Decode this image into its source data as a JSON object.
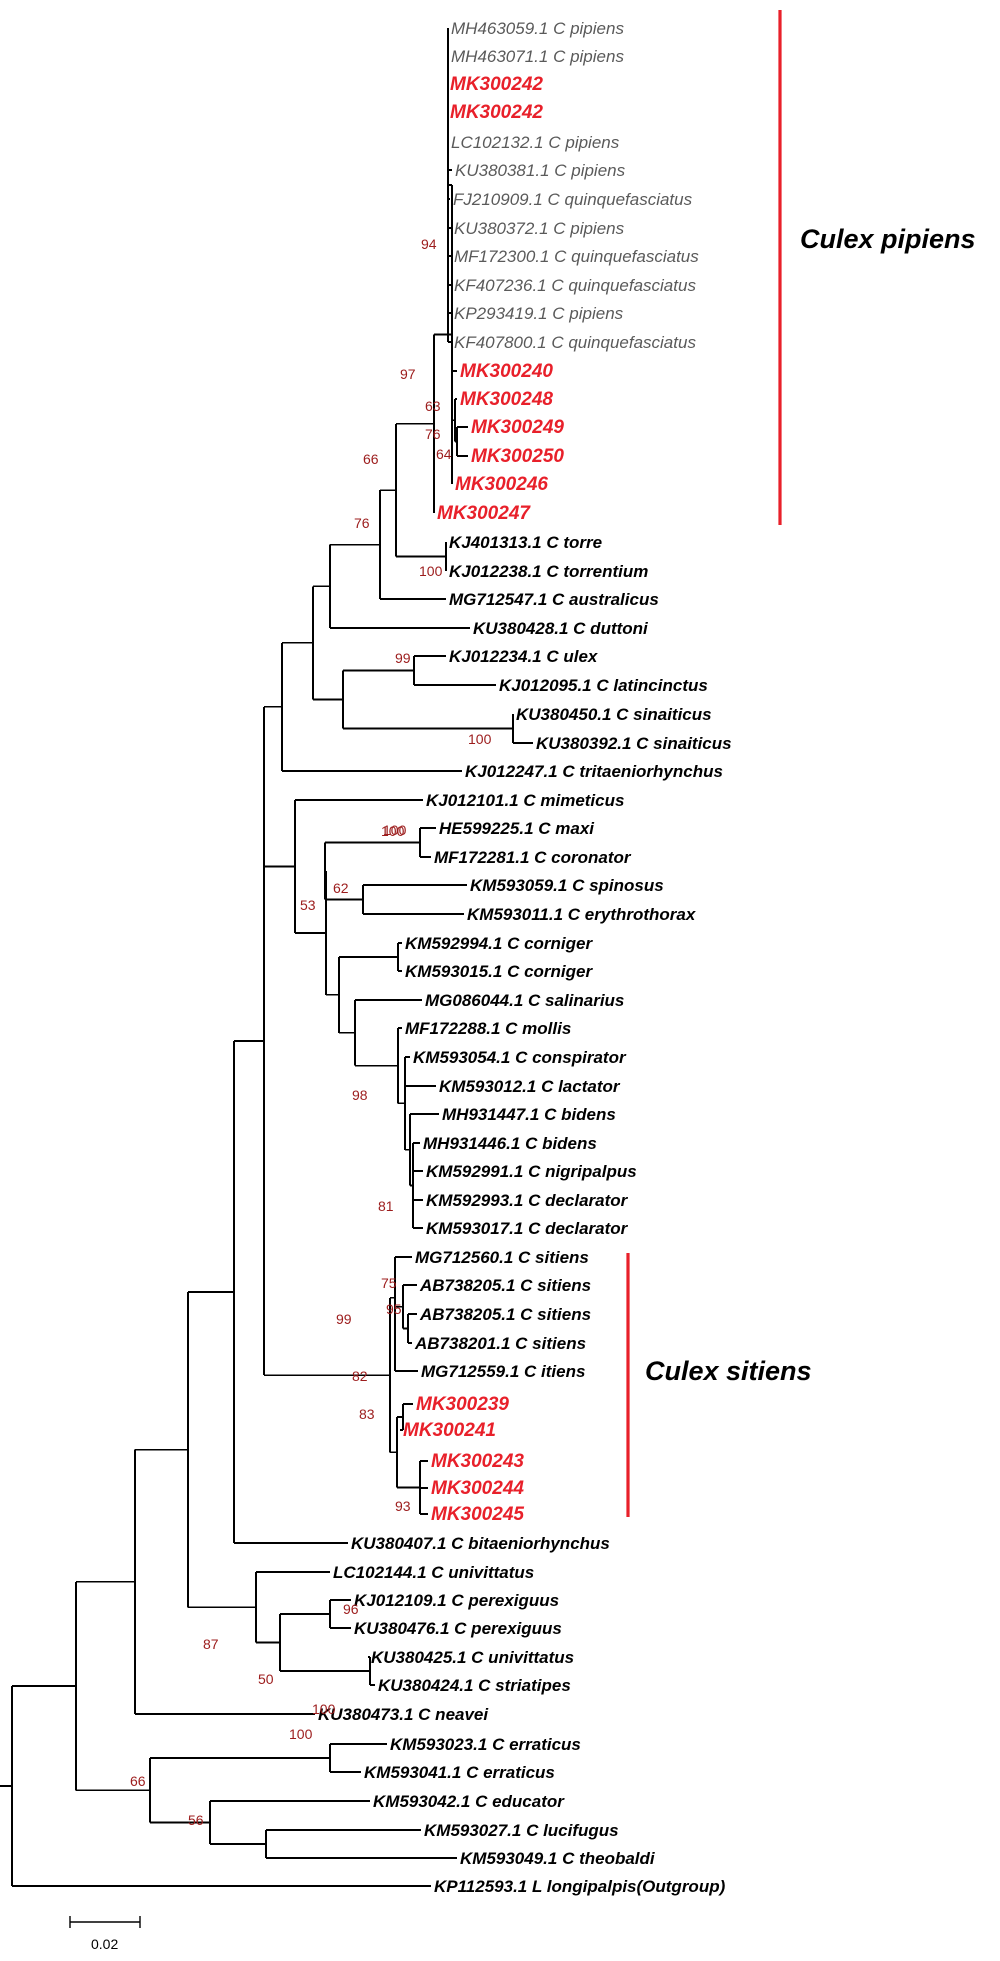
{
  "tree": {
    "leaves": [
      {
        "label": "MH463059.1 C pipiens",
        "style": "grey"
      },
      {
        "label": "MH463071.1 C pipiens",
        "style": "grey"
      },
      {
        "label": "MK300242",
        "style": "red"
      },
      {
        "label": "MK300242",
        "style": "red"
      },
      {
        "label": "LC102132.1 C pipiens",
        "style": "grey"
      },
      {
        "label": "KU380381.1 C pipiens",
        "style": "grey"
      },
      {
        "label": "FJ210909.1 C quinquefasciatus",
        "style": "grey"
      },
      {
        "label": "KU380372.1 C pipiens",
        "style": "grey"
      },
      {
        "label": "MF172300.1 C quinquefasciatus",
        "style": "grey"
      },
      {
        "label": "KF407236.1 C quinquefasciatus",
        "style": "grey"
      },
      {
        "label": "KP293419.1 C pipiens",
        "style": "grey"
      },
      {
        "label": "KF407800.1 C quinquefasciatus",
        "style": "grey"
      },
      {
        "label": "MK300240",
        "style": "red"
      },
      {
        "label": "MK300248",
        "style": "red"
      },
      {
        "label": "MK300249",
        "style": "red"
      },
      {
        "label": "MK300250",
        "style": "red"
      },
      {
        "label": "MK300246",
        "style": "red"
      },
      {
        "label": "MK300247",
        "style": "red"
      },
      {
        "label": "KJ401313.1 C torre",
        "style": "black"
      },
      {
        "label": "KJ012238.1 C torrentium",
        "style": "black"
      },
      {
        "label": "MG712547.1 C australicus",
        "style": "black"
      },
      {
        "label": "KU380428.1 C duttoni",
        "style": "black"
      },
      {
        "label": "KJ012234.1 C ulex",
        "style": "black"
      },
      {
        "label": "KJ012095.1 C latincinctus",
        "style": "black"
      },
      {
        "label": "KU380450.1 C sinaiticus",
        "style": "black"
      },
      {
        "label": "KU380392.1 C sinaiticus",
        "style": "black"
      },
      {
        "label": "KJ012247.1 C tritaeniorhynchus",
        "style": "black"
      },
      {
        "label": "KJ012101.1 C mimeticus",
        "style": "black"
      },
      {
        "label": "HE599225.1 C maxi",
        "style": "black"
      },
      {
        "label": "MF172281.1 C coronator",
        "style": "black"
      },
      {
        "label": "KM593059.1 C spinosus",
        "style": "black"
      },
      {
        "label": "KM593011.1 C erythrothorax",
        "style": "black"
      },
      {
        "label": "KM592994.1 C corniger",
        "style": "black"
      },
      {
        "label": "KM593015.1 C corniger",
        "style": "black"
      },
      {
        "label": "MG086044.1 C salinarius",
        "style": "black"
      },
      {
        "label": "MF172288.1 C mollis",
        "style": "black"
      },
      {
        "label": "KM593054.1 C conspirator",
        "style": "black"
      },
      {
        "label": "KM593012.1 C lactator",
        "style": "black"
      },
      {
        "label": "MH931447.1 C bidens",
        "style": "black"
      },
      {
        "label": "MH931446.1 C bidens",
        "style": "black"
      },
      {
        "label": "KM592991.1 C nigripalpus",
        "style": "black"
      },
      {
        "label": "KM592993.1 C declarator",
        "style": "black"
      },
      {
        "label": "KM593017.1 C declarator",
        "style": "black"
      },
      {
        "label": "MG712560.1 C sitiens",
        "style": "black"
      },
      {
        "label": "AB738205.1 C sitiens",
        "style": "black"
      },
      {
        "label": "AB738205.1 C sitiens",
        "style": "black"
      },
      {
        "label": "AB738201.1 C sitiens",
        "style": "black"
      },
      {
        "label": "MG712559.1 C itiens",
        "style": "black"
      },
      {
        "label": "MK300239",
        "style": "red"
      },
      {
        "label": "MK300241",
        "style": "red"
      },
      {
        "label": "MK300243",
        "style": "red"
      },
      {
        "label": "MK300244",
        "style": "red"
      },
      {
        "label": "MK300245",
        "style": "red"
      },
      {
        "label": "KU380407.1 C bitaeniorhynchus",
        "style": "black"
      },
      {
        "label": "LC102144.1 C univittatus",
        "style": "black"
      },
      {
        "label": "KJ012109.1 C perexiguus",
        "style": "black"
      },
      {
        "label": "KU380476.1 C perexiguus",
        "style": "black"
      },
      {
        "label": "KU380425.1 C univittatus",
        "style": "black"
      },
      {
        "label": "KU380424.1 C striatipes",
        "style": "black"
      },
      {
        "label": "KU380473.1 C neavei",
        "style": "black"
      },
      {
        "label": "KM593023.1 C erraticus",
        "style": "black"
      },
      {
        "label": "KM593041.1 C erraticus",
        "style": "black"
      },
      {
        "label": "KM593042.1 C educator",
        "style": "black"
      },
      {
        "label": "KM593027.1 C lucifugus",
        "style": "black"
      },
      {
        "label": "KM593049.1 C theobaldi",
        "style": "black"
      },
      {
        "label": "KP112593.1 L longipalpis(Outgroup)",
        "style": "black"
      }
    ],
    "support_values": [
      "94",
      "97",
      "63",
      "76",
      "64",
      "66",
      "76",
      "100",
      "99",
      "100",
      "100",
      "62",
      "53",
      "100",
      "98",
      "81",
      "75",
      "95",
      "99",
      "82",
      "83",
      "93",
      "96",
      "87",
      "50",
      "100",
      "100",
      "66",
      "56"
    ],
    "clades": [
      {
        "name": "Culex pipiens"
      },
      {
        "name": "Culex sitiens"
      }
    ],
    "scale_bar": {
      "label": "0.02"
    },
    "colors": {
      "branch": "#000000",
      "highlight": "#e8202a",
      "support": "#9c1c1c",
      "grey_label": "#5a5a5a"
    }
  }
}
